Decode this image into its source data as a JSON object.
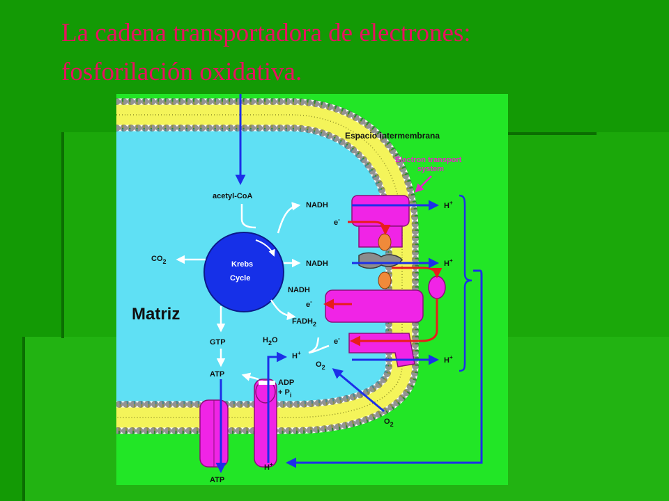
{
  "slide": {
    "title_line1": "La cadena transportadora de electrones:",
    "title_line2": "fosforilación oxidativa."
  },
  "colors": {
    "slide_bg": "#139a05",
    "title": "#e8115f",
    "diagram_bg": "#22e626",
    "matrix": "#5fe0f4",
    "krebs": "#1630e8",
    "protein": "#f024e6",
    "arrow_blue": "#1c2fe8",
    "arrow_red": "#e81c1c",
    "lipid_tail": "#f4f45a"
  },
  "diagram": {
    "labels": {
      "intermembrane": "Espacio intermembrana",
      "ets_line1": "Electron transport",
      "ets_line2": "system",
      "acetyl": "acetyl-CoA",
      "krebs_line1": "Krebs",
      "krebs_line2": "Cycle",
      "matrix": "Matriz",
      "co2": "CO",
      "co2_sub": "2",
      "nadh_1": "NADH",
      "nadh_2": "NADH",
      "nadh_3": "NADH",
      "e_1": "e",
      "e_2": "e",
      "e_3": "e",
      "fadh": "FADH",
      "fadh_sub": "2",
      "gtp": "GTP",
      "atp_1": "ATP",
      "atp_2": "ATP",
      "h2o_h": "H",
      "h2o_sub": "2",
      "h2o_o": "O",
      "adp": "ADP",
      "pi": "+ P",
      "pi_sub": "i",
      "o2_in": "O",
      "o2_in_sub": "2",
      "o2_out": "O",
      "o2_out_sub": "2",
      "hplus": "H",
      "plus": "+",
      "minus": "-"
    }
  }
}
